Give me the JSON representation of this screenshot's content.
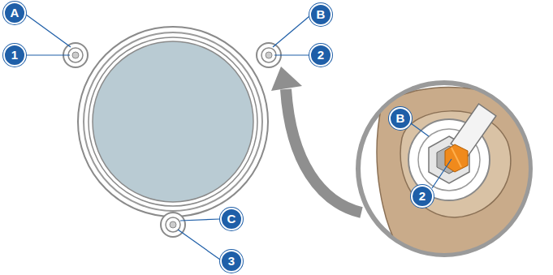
{
  "diagram": {
    "labels": [
      "A",
      "1",
      "B",
      "2",
      "C",
      "3",
      "B",
      "2"
    ]
  }
}
